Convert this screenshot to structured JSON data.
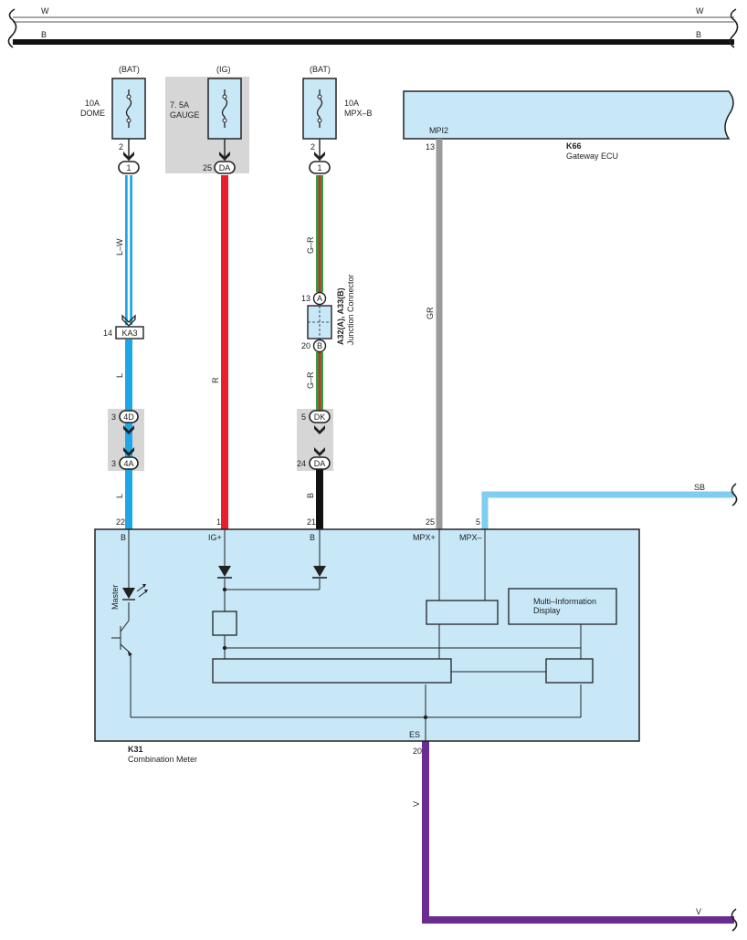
{
  "bus": {
    "w_left": "W",
    "w_right": "W",
    "b_left": "B",
    "b_right": "B"
  },
  "fuses": {
    "dome": {
      "source": "(BAT)",
      "amp": "10A",
      "name": "DOME",
      "pin_top": "2",
      "conn": "1"
    },
    "gauge": {
      "source": "(IG)",
      "amp": "7. 5A",
      "name": "GAUGE",
      "pin_top": "25",
      "conn": "DA"
    },
    "mpxb": {
      "source": "(BAT)",
      "amp": "10A",
      "name": "MPX–B",
      "pin_top": "2",
      "conn": "1"
    }
  },
  "wires": {
    "lw": "L–W",
    "l1": "L",
    "l2": "L",
    "r": "R",
    "gr1": "G–R",
    "gr2": "G–R",
    "b": "B",
    "gr_gray": "GR",
    "sb": "SB",
    "v1": "V",
    "v2": "V"
  },
  "connectors": {
    "ka3": {
      "name": "KA3",
      "pin": "14"
    },
    "c4d": {
      "name": "4D",
      "pin": "3"
    },
    "c4a": {
      "name": "4A",
      "pin": "3"
    },
    "dk": {
      "name": "DK",
      "pin": "5"
    },
    "da": {
      "name": "DA",
      "pin": "24"
    }
  },
  "junction": {
    "title": "A32(A), A33(B)",
    "subtitle": "Junction Connector",
    "pin_a": "13",
    "a": "A",
    "pin_b": "20",
    "b": "B"
  },
  "gateway": {
    "id": "K66",
    "name": "Gateway ECU",
    "pin_name": "MPI2",
    "pin": "13"
  },
  "meter": {
    "id": "K31",
    "name": "Combination Meter",
    "pins": [
      {
        "num": "22",
        "name": "B"
      },
      {
        "num": "1",
        "name": "IG+"
      },
      {
        "num": "21",
        "name": "B"
      },
      {
        "num": "25",
        "name": "MPX+"
      },
      {
        "num": "5",
        "name": "MPX–"
      }
    ],
    "es_pin": "20",
    "es_name": "ES",
    "led": "Master",
    "mid_line1": "Multi–Information",
    "mid_line2": "Display"
  },
  "colors": {
    "lightblue": "#1ea7e6",
    "red": "#e8202a",
    "black": "#111111",
    "gray": "#9b9b9b",
    "skyblue": "#7fcdf0",
    "purple": "#6a2d8f",
    "green": "#2f9e44",
    "panel": "#c8e8f8",
    "graybox": "#d6d6d6"
  }
}
